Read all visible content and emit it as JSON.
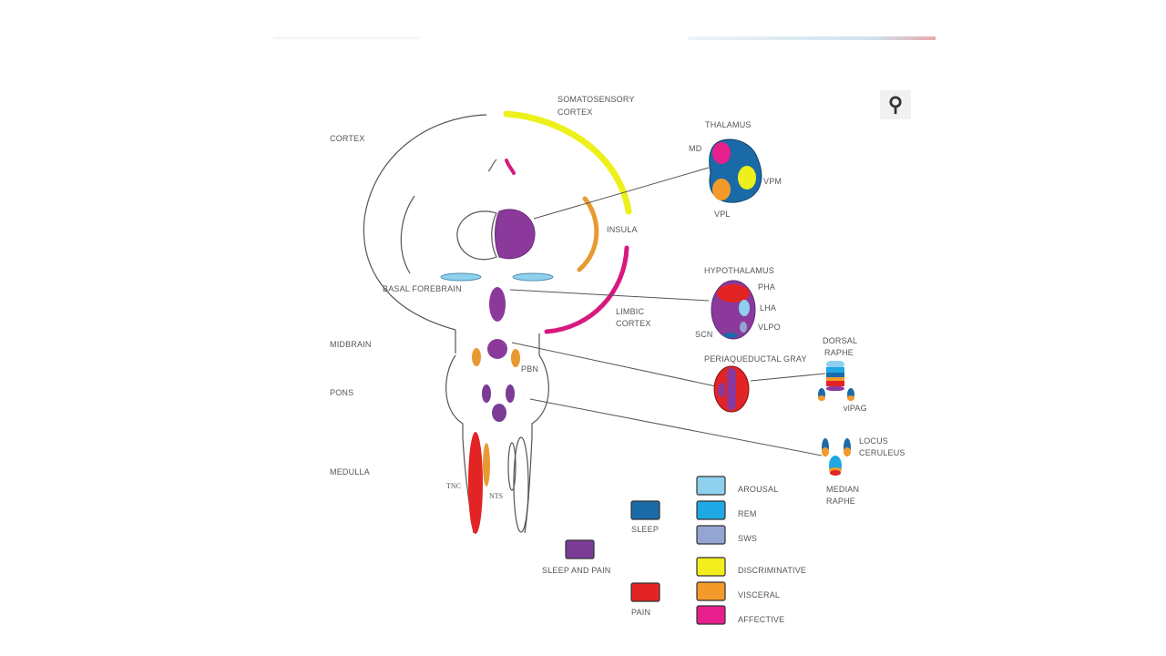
{
  "figure": {
    "corner_icon": "female-symbol-icon",
    "cortex_labels": {
      "cortex": "CORTEX",
      "somatosensory": [
        "SOMATOSENSORY",
        "CORTEX"
      ],
      "insula": "INSULA",
      "limbic": [
        "LIMBIC",
        "CORTEX"
      ],
      "basal_forebrain": "BASAL FOREBRAIN"
    },
    "level_labels": {
      "midbrain": "MIDBRAIN",
      "pons": "PONS",
      "medulla": "MEDULLA"
    },
    "nuclei_labels": {
      "pbn": "PBN",
      "tnc": "TNC",
      "nts": "NTS"
    },
    "thalamus": {
      "title": "THALAMUS",
      "md": "MD",
      "vpm": "VPM",
      "vpl": "VPL"
    },
    "hypothalamus": {
      "title": "HYPOTHALAMUS",
      "pha": "PHA",
      "lha": "LHA",
      "vlpo": "VLPO",
      "scn": "SCN"
    },
    "periaqueductal": {
      "title": "PERIAQUEDUCTAL GRAY"
    },
    "dorsal_raphe": {
      "title": [
        "DORSAL",
        "RAPHE"
      ],
      "vlpag": "vlPAG"
    },
    "locus_coeruleus": {
      "title": [
        "LOCUS",
        "CERULEUS"
      ]
    },
    "median_raphe": {
      "title": [
        "MEDIAN",
        "RAPHE"
      ]
    }
  },
  "legend": {
    "items": [
      {
        "label": "SLEEP",
        "color": "#1a6aa8"
      },
      {
        "label": "SLEEP AND PAIN",
        "color": "#7b3c95"
      },
      {
        "label": "PAIN",
        "color": "#e32424"
      },
      {
        "label": "AROUSAL",
        "color": "#8fd0ee"
      },
      {
        "label": "REM",
        "color": "#1fa8e3"
      },
      {
        "label": "SWS",
        "color": "#95a5d2"
      },
      {
        "label": "DISCRIMINATIVE",
        "color": "#f3ee1c"
      },
      {
        "label": "VISCERAL",
        "color": "#f39a2a"
      },
      {
        "label": "AFFECTIVE",
        "color": "#e61f8c"
      }
    ]
  },
  "colors": {
    "sleep": "#1a6aa8",
    "sleep_pain": "#8b3a9c",
    "pain": "#e32424",
    "arousal": "#8fd0ee",
    "rem": "#1fa8e3",
    "sws": "#95a5d2",
    "discriminative": "#eef01c",
    "visceral": "#e89a32",
    "affective": "#d8197f"
  }
}
